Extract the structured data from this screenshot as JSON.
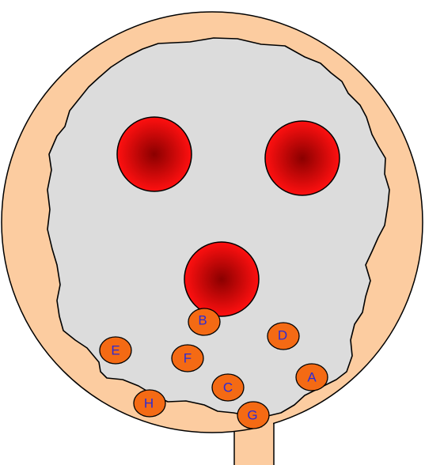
{
  "colors": {
    "outer_fill": "#fccca0",
    "inner_fill": "#dcdcdc",
    "stroke": "#000000",
    "hotspot_center": "#8a0000",
    "hotspot_edge": "#ff1010",
    "node_fill": "#f46a14",
    "node_text": "#2b2bd6"
  },
  "nodes": [
    {
      "id": "A",
      "label": "A"
    },
    {
      "id": "B",
      "label": "B"
    },
    {
      "id": "C",
      "label": "C"
    },
    {
      "id": "D",
      "label": "D"
    },
    {
      "id": "E",
      "label": "E"
    },
    {
      "id": "F",
      "label": "F"
    },
    {
      "id": "G",
      "label": "G"
    },
    {
      "id": "H",
      "label": "H"
    }
  ]
}
